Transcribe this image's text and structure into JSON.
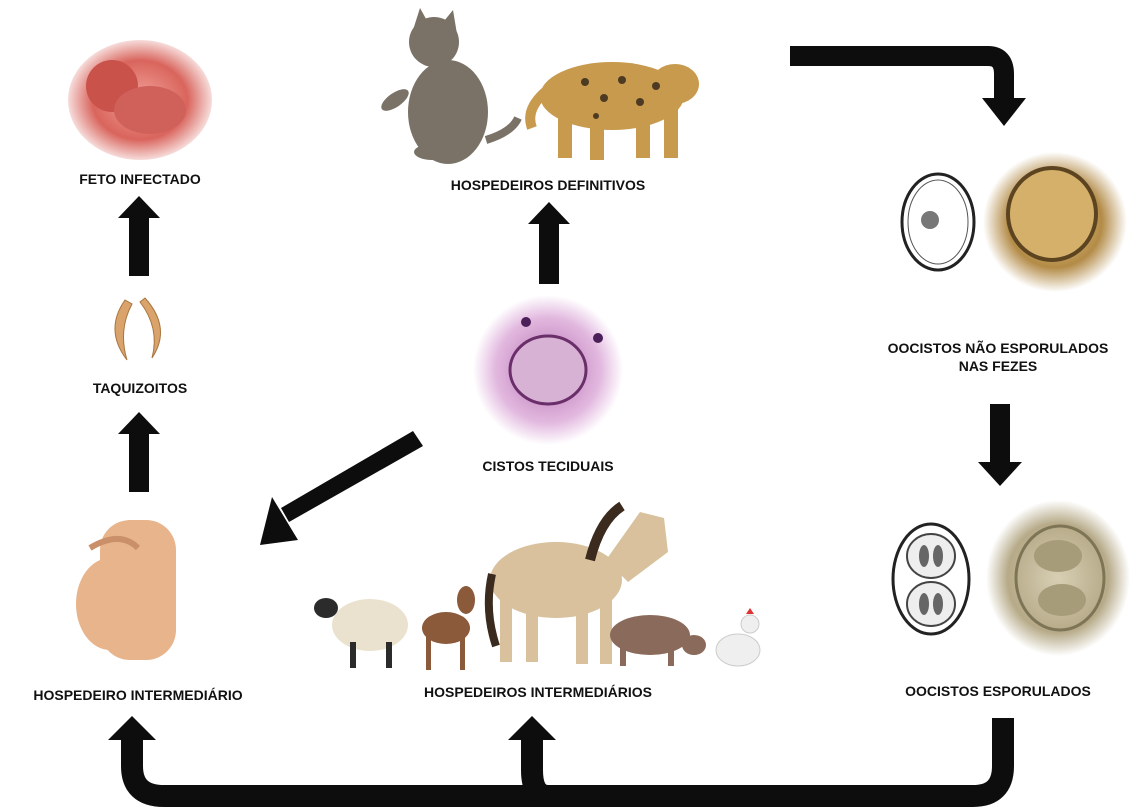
{
  "labels": {
    "fetus": "FETO INFECTADO",
    "definitive_hosts": "HOSPEDEIROS DEFINITIVOS",
    "oocysts_unsporulated": "OOCISTOS NÃO ESPORULADOS\nNAS FEZES",
    "tachyzoites": "TAQUIZOITOS",
    "tissue_cysts": "CISTOS TECIDUAIS",
    "oocysts_sporulated": "OOCISTOS  ESPORULADOS",
    "intermediate_host": "HOSPEDEIRO INTERMEDIÁRIO",
    "intermediate_hosts": "HOSPEDEIROS INTERMEDIÁRIOS"
  },
  "colors": {
    "arrow": "#0d0d0d",
    "text": "#111111",
    "fetus": "#d9655d",
    "cat": "#7a7266",
    "jaguar": "#c79a4e",
    "cyst_stain": "#c88fc4",
    "oocyst_micro": "#b38b47",
    "skin": "#e8b48c",
    "horse": "#d8c19c",
    "sheep": "#eae2cf",
    "goat": "#8a5a3b",
    "pig": "#8a6a5a"
  },
  "icons": {
    "fetus": "fetus-image",
    "cat": "cat-image",
    "jaguar": "jaguar-image",
    "oocyst_drawing": "oocyst-drawing",
    "oocyst_micrograph": "oocyst-micrograph",
    "tachyzoites": "tachyzoite-image",
    "tissue_cyst": "tissue-cyst-micrograph",
    "pregnant_woman": "pregnant-woman-image",
    "animals": [
      "sheep-image",
      "goat-image",
      "horse-image",
      "pig-image",
      "chicken-image"
    ]
  }
}
